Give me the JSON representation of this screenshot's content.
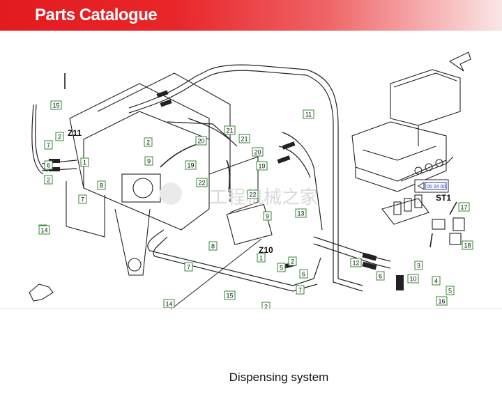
{
  "header": {
    "title": "Parts Catalogue",
    "accent": "#e31b1f"
  },
  "diagram": {
    "callouts": [
      "15",
      "2",
      "7",
      "6",
      "2",
      "7",
      "1",
      "8",
      "2",
      "7",
      "14",
      "9",
      "21",
      "20",
      "21",
      "20",
      "19",
      "19",
      "22",
      "22",
      "11",
      "9",
      "13",
      "7",
      "5",
      "8",
      "1",
      "2",
      "6",
      "7",
      "15",
      "2",
      "14",
      "12",
      "6",
      "10",
      "3",
      "4",
      "5",
      "16",
      "17",
      "18"
    ],
    "labels": {
      "z11": "Z11",
      "z10": "Z10",
      "st1": "ST1",
      "ref_code": "05 04 00"
    },
    "watermark": "工程机械之家"
  },
  "caption": "Dispensing system"
}
